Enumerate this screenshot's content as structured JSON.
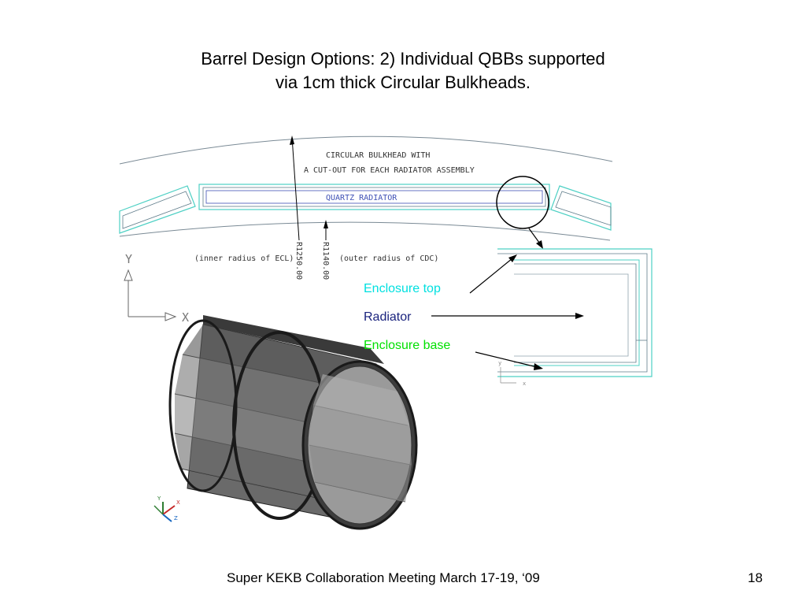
{
  "slide": {
    "title_line1": "Barrel Design Options: 2) Individual QBBs supported",
    "title_line2": "via 1cm thick Circular Bulkheads.",
    "footer_text": "Super KEKB Collaboration Meeting March 17-19, ‘09",
    "page_number": "18"
  },
  "cad": {
    "label_bulkhead_1": "CIRCULAR BULKHEAD WITH",
    "label_bulkhead_2": "A CUT-OUT FOR EACH RADIATOR ASSEMBLY",
    "label_radiator": "QUARTZ RADIATOR",
    "label_inner": "(inner radius of ECL)",
    "label_outer": "(outer radius of CDC)",
    "dim_r1250": "R1250.00",
    "dim_r1140": "R1140.00",
    "axis_y": "Y",
    "axis_x": "X",
    "small_axis_x": "x",
    "small_axis_y": "y",
    "triad_y": "Y",
    "triad_x": "X",
    "triad_z": "Z"
  },
  "callouts": {
    "enclosure_top": "Enclosure top",
    "radiator": "Radiator",
    "enclosure_base": "Enclosure base"
  },
  "colors": {
    "enclosure_top": "#00e0e0",
    "radiator": "#1a237e",
    "enclosure_base": "#00e000",
    "cad_line": "#607d8b",
    "cad_cyan": "#4dd0c4",
    "cylinder_dark": "#3a3a3a",
    "cylinder_mid": "#6a6a6a",
    "cylinder_light": "#8c8c8c"
  }
}
